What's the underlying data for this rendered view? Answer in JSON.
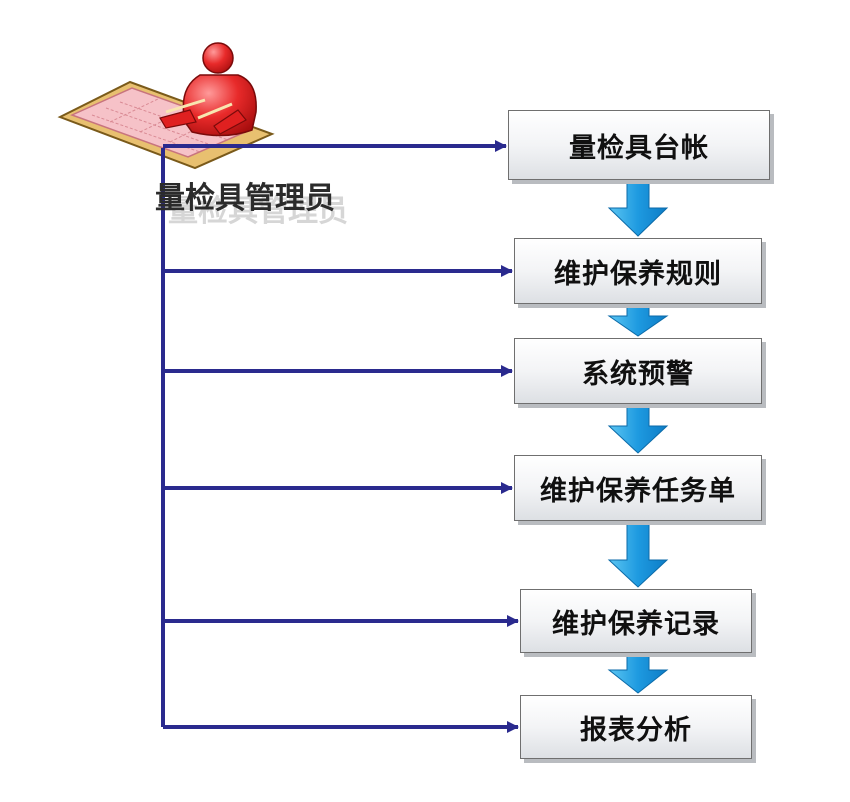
{
  "actor": {
    "label": "量检具管理员",
    "icon": "manager-at-desk-icon"
  },
  "steps": [
    {
      "label": "量检具台帐"
    },
    {
      "label": "维护保养规则"
    },
    {
      "label": "系统预警"
    },
    {
      "label": "维护保养任务单"
    },
    {
      "label": "维护保养记录"
    },
    {
      "label": "报表分析"
    }
  ],
  "colors": {
    "connector": "#2a2a8e",
    "flow_arrow": "#1e9ae0",
    "box_border": "#6f6f6f",
    "figure": "#e02020",
    "desk_paper": "#f6c2c8",
    "desk_base": "#e8c070"
  }
}
